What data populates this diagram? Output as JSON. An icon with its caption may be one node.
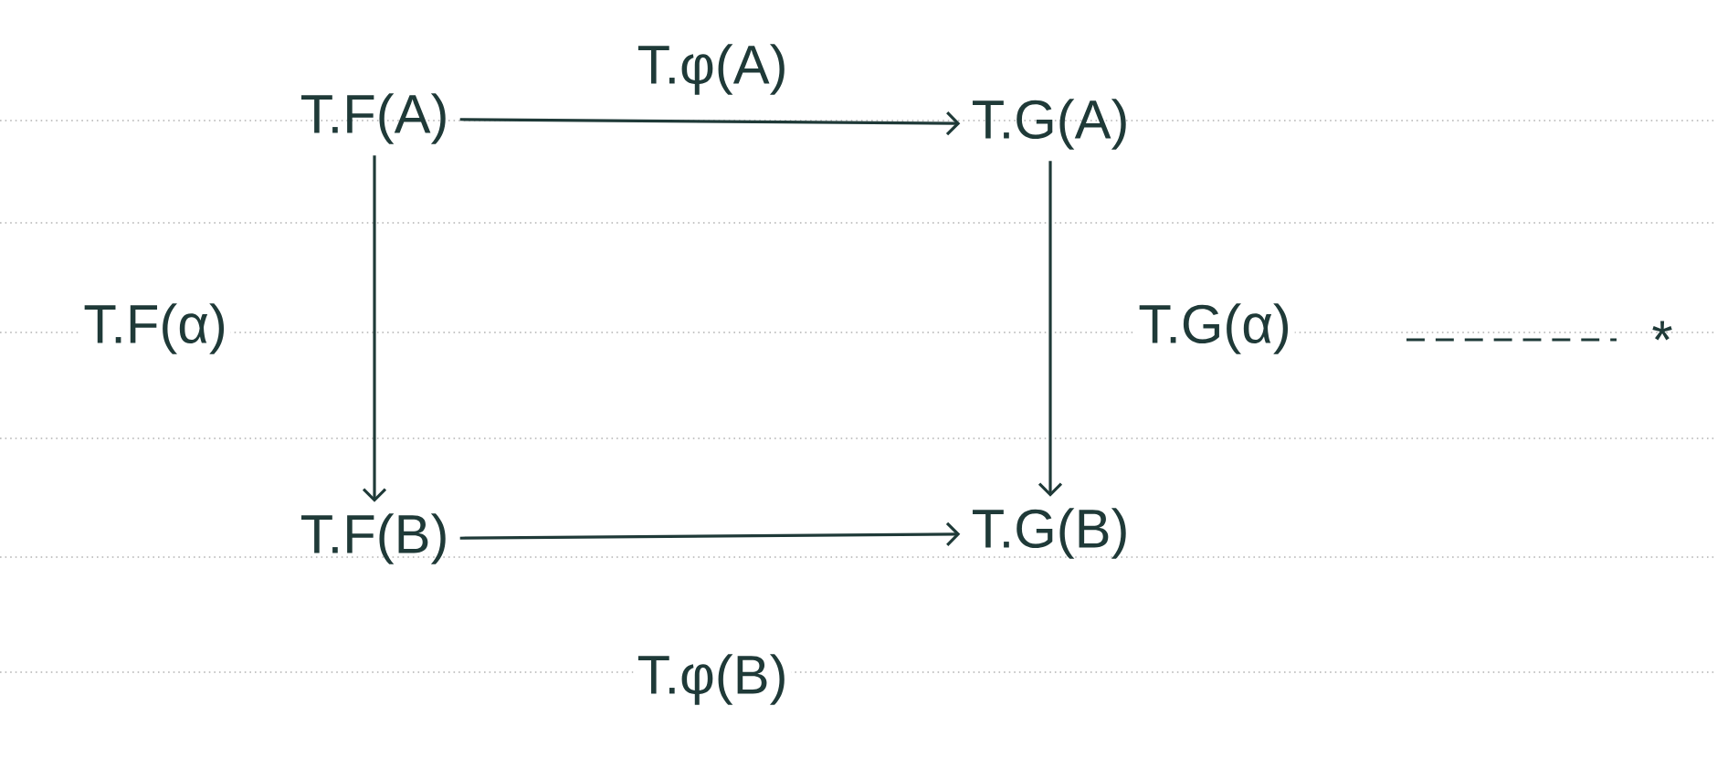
{
  "diagram": {
    "nodes": [
      {
        "text": [
          "T.F(A)"
        ]
      },
      {
        "text": [
          "T.G(A)"
        ]
      },
      {
        "text": [
          "T.F(B)"
        ]
      },
      {
        "text": [
          "T.G(B)"
        ]
      }
    ],
    "edges": [
      {
        "from": 0,
        "to": 1,
        "arrow": "to",
        "label": "T.φ(A)"
      },
      {
        "from": 0,
        "to": 2,
        "arrow": "to",
        "label": "T.F(α)"
      },
      {
        "from": 1,
        "to": 3,
        "arrow": "to",
        "label": "T.G(α)"
      },
      {
        "from": 2,
        "to": 3,
        "arrow": "to",
        "label": "T.φ(B)"
      }
    ],
    "labels": [
      "*"
    ]
  }
}
